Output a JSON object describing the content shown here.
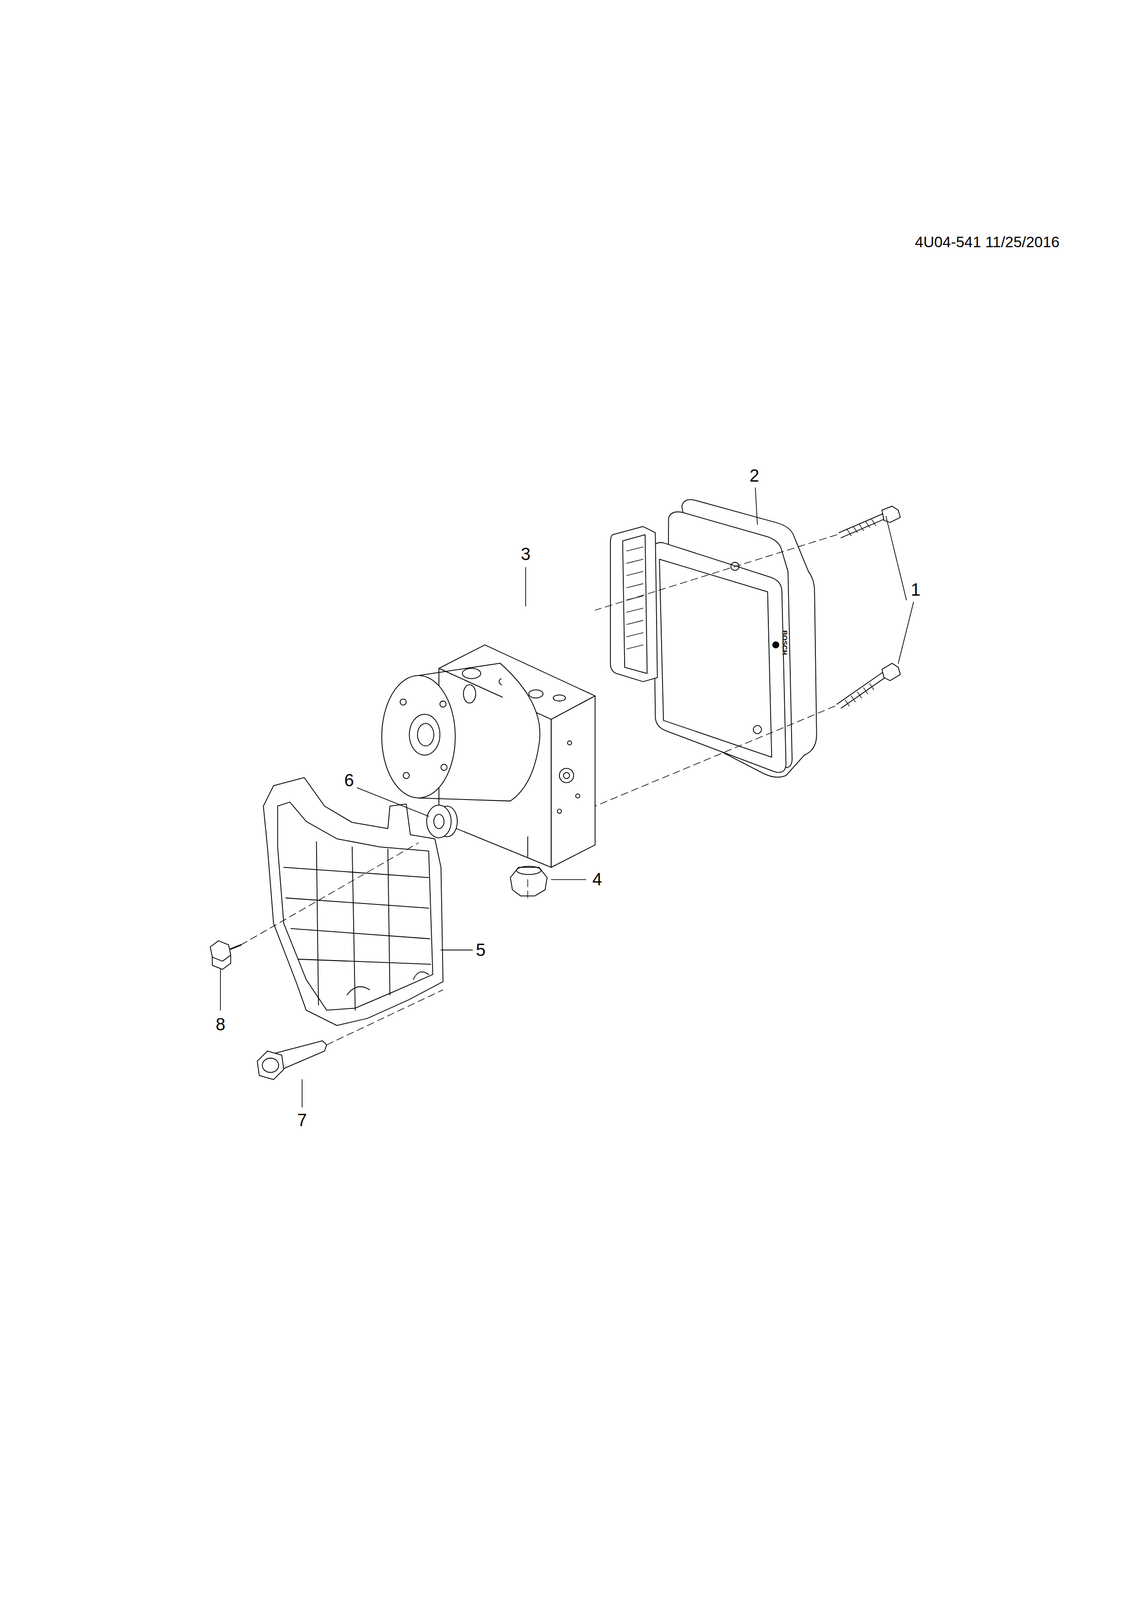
{
  "diagram": {
    "labels": [
      "4U04-541 11/25/2016",
      "2",
      "3",
      "1",
      "BOSCH",
      "6",
      "4",
      "5",
      "8",
      "7"
    ]
  }
}
